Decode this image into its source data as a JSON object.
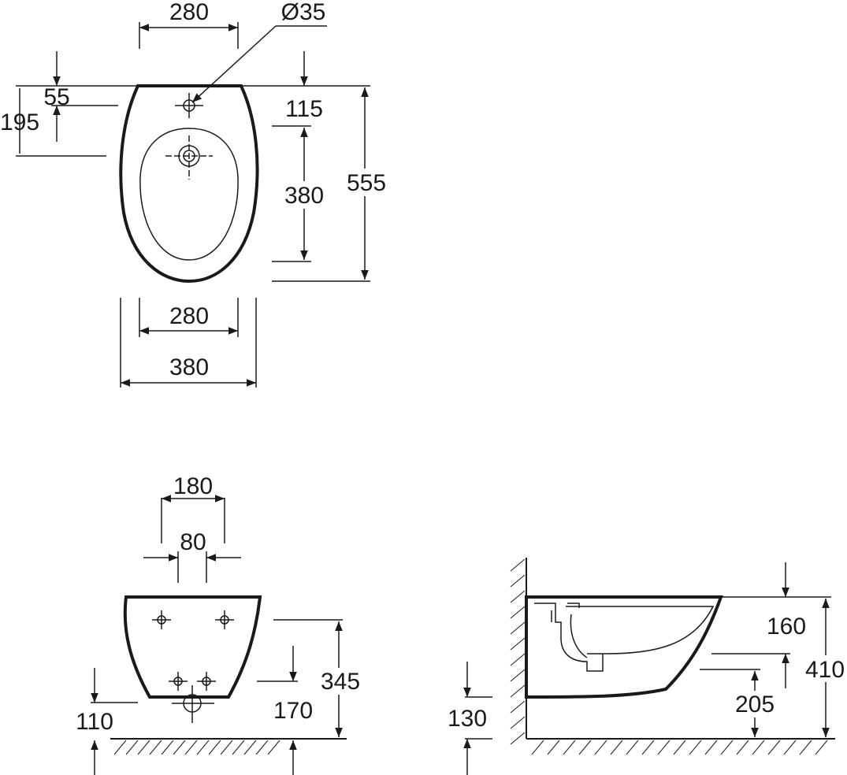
{
  "top_view": {
    "dims": {
      "top_width": "280",
      "hole_diameter": "Ø35",
      "hole_offset": "55",
      "tap_offset": "195",
      "bowl_offset": "115",
      "total_length": "555",
      "bowl_length": "380",
      "bottom_inner_width": "280",
      "total_width": "380"
    }
  },
  "front_view": {
    "dims": {
      "bolt_spacing": "180",
      "pipe_spacing": "80",
      "mount_height": "345",
      "lower_bolt_height": "170",
      "drain_height": "110"
    }
  },
  "side_view": {
    "dims": {
      "top_offset": "160",
      "total_height": "410",
      "outlet_height": "205",
      "bottom_clearance": "130"
    }
  },
  "colors": {
    "line": "#1a1a1a",
    "background": "#ffffff"
  }
}
